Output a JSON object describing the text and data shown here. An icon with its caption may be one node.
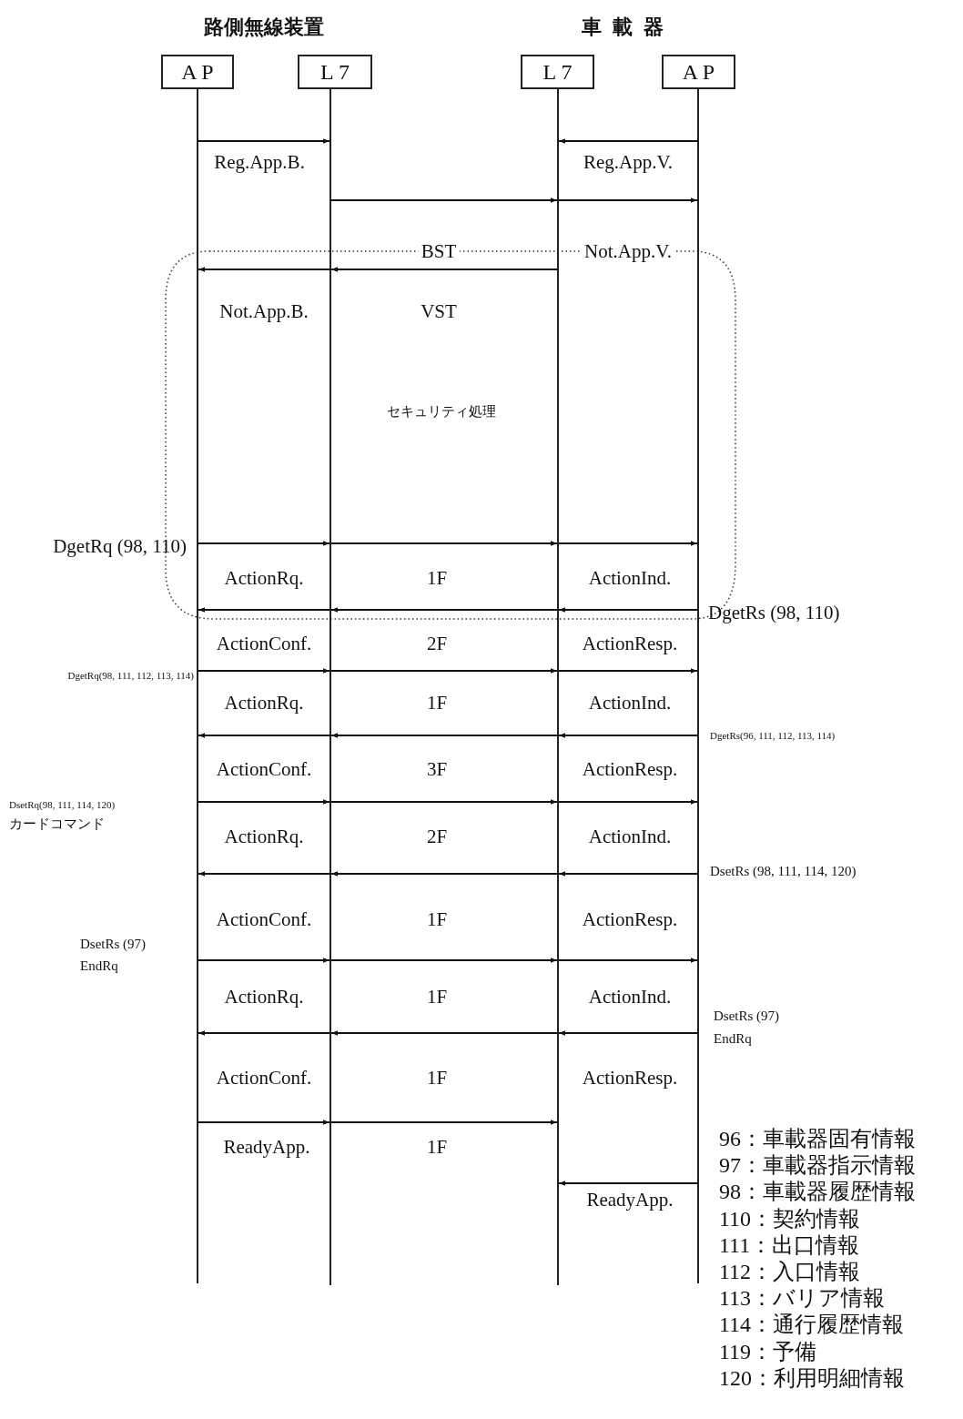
{
  "diagram": {
    "nodes": [
      {
        "text": [
          "A P"
        ]
      },
      {
        "text": [
          "L 7"
        ]
      },
      {
        "text": [
          "L 7"
        ]
      },
      {
        "text": [
          "A P"
        ]
      },
      {
        "text": [],
        "shape": "bar"
      },
      {
        "text": [],
        "shape": "bar"
      },
      {
        "text": [],
        "shape": "bar"
      },
      {
        "text": [],
        "shape": "bar"
      }
    ],
    "edges": [
      {
        "from": 4,
        "to": 5,
        "arrow": "to"
      },
      {
        "from": 7,
        "to": 6,
        "arrow": "to"
      },
      {
        "from": 5,
        "to": 6,
        "arrow": "to"
      },
      {
        "from": 6,
        "to": 7,
        "arrow": "to"
      },
      {
        "from": 6,
        "to": 5,
        "arrow": "to"
      },
      {
        "from": 5,
        "to": 4,
        "arrow": "to"
      },
      {
        "from": 4,
        "to": 5,
        "arrow": "to"
      },
      {
        "from": 5,
        "to": 6,
        "arrow": "to"
      },
      {
        "from": 6,
        "to": 7,
        "arrow": "to"
      },
      {
        "from": 7,
        "to": 6,
        "arrow": "to"
      },
      {
        "from": 6,
        "to": 5,
        "arrow": "to"
      },
      {
        "from": 5,
        "to": 4,
        "arrow": "to"
      },
      {
        "from": 4,
        "to": 5,
        "arrow": "to"
      },
      {
        "from": 5,
        "to": 6,
        "arrow": "to"
      },
      {
        "from": 6,
        "to": 7,
        "arrow": "to"
      },
      {
        "from": 7,
        "to": 6,
        "arrow": "to"
      },
      {
        "from": 6,
        "to": 5,
        "arrow": "to"
      },
      {
        "from": 5,
        "to": 4,
        "arrow": "to"
      },
      {
        "from": 4,
        "to": 5,
        "arrow": "to"
      },
      {
        "from": 5,
        "to": 6,
        "arrow": "to"
      },
      {
        "from": 6,
        "to": 7,
        "arrow": "to"
      },
      {
        "from": 7,
        "to": 6,
        "arrow": "to"
      },
      {
        "from": 6,
        "to": 5,
        "arrow": "to"
      },
      {
        "from": 5,
        "to": 4,
        "arrow": "to"
      },
      {
        "from": 4,
        "to": 5,
        "arrow": "to"
      },
      {
        "from": 5,
        "to": 6,
        "arrow": "to"
      },
      {
        "from": 6,
        "to": 7,
        "arrow": "to"
      },
      {
        "from": 7,
        "to": 6,
        "arrow": "to"
      },
      {
        "from": 6,
        "to": 5,
        "arrow": "to"
      },
      {
        "from": 5,
        "to": 4,
        "arrow": "to"
      },
      {
        "from": 4,
        "to": 5,
        "arrow": "to"
      },
      {
        "from": 5,
        "to": 6,
        "arrow": "to"
      },
      {
        "from": 7,
        "to": 6,
        "arrow": "to"
      }
    ],
    "labels": [
      "路側無線装置",
      "車載器",
      "Reg.App.B.",
      "Reg.App.V.",
      "BST",
      "Not.App.V.",
      "Not.App.B.",
      "VST",
      "セキュリティ処理",
      "DgetRq (98, 110)",
      "ActionRq.",
      "1F",
      "ActionInd.",
      "DgetRs (98, 110)",
      "ActionConf.",
      "2F",
      "ActionResp.",
      "DgetRq(98, 111, 112, 113, 114)",
      "ActionRq.",
      "1F",
      "ActionInd.",
      "DgetRs(96, 111, 112, 113, 114)",
      "ActionConf.",
      "3F",
      "ActionResp.",
      "DsetRq(98, 111, 114, 120)",
      "カードコマンド",
      "ActionRq.",
      "2F",
      "ActionInd.",
      "DsetRs (98, 111, 114, 120)",
      "ActionConf.",
      "1F",
      "ActionResp.",
      "DsetRs (97)",
      "EndRq",
      "ActionRq.",
      "1F",
      "ActionInd.",
      "DsetRs (97)",
      "EndRq",
      "ActionConf.",
      "1F",
      "ActionResp.",
      "ReadyApp.",
      "1F",
      "ReadyApp.",
      "96：車載器固有情報",
      "97：車載器指示情報",
      "98：車載器履歴情報",
      "110：契約情報",
      "111：出口情報",
      "112：入口情報",
      "113：バリア情報",
      "114：通行履歴情報",
      "119：予備",
      "120：利用明細情報"
    ]
  }
}
